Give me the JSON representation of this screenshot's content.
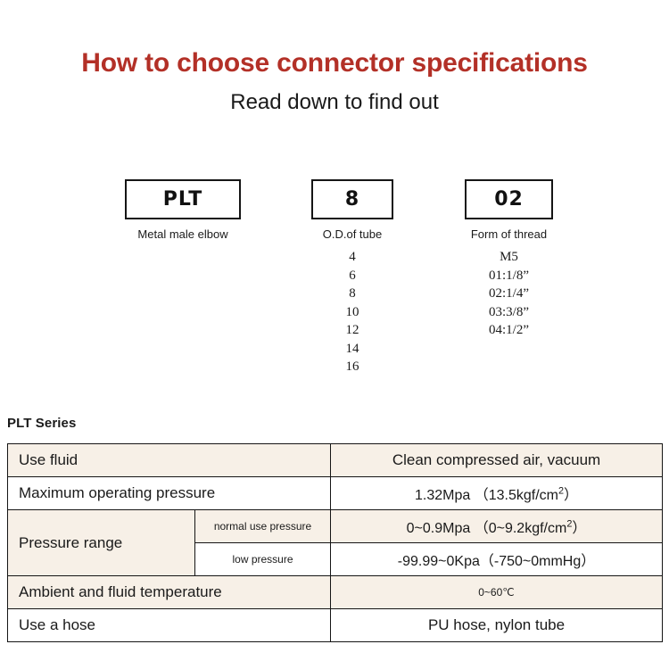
{
  "header": {
    "title": "How to choose connector specifications",
    "subtitle": "Read down to find out",
    "title_color": "#b33027"
  },
  "code_diagram": {
    "columns": [
      {
        "code": "PLT",
        "caption": "Metal male elbow",
        "options": []
      },
      {
        "code": "8",
        "caption": "O.D.of tube",
        "options": [
          "4",
          "6",
          "8",
          "10",
          "12",
          "14",
          "16"
        ]
      },
      {
        "code": "02",
        "caption": "Form of thread",
        "options": [
          "M5",
          "01:1/8”",
          "02:1/4”",
          "03:3/8”",
          "04:1/2”"
        ]
      }
    ]
  },
  "spec": {
    "heading": "PLT Series",
    "row_beige_color": "#f7f0e7",
    "rows": [
      {
        "label": "Use fluid",
        "value": "Clean compressed air, vacuum",
        "shaded": true
      },
      {
        "label": "Maximum operating pressure",
        "value_main": "1.32Mpa",
        "value_paren": "（13.5kgf/cm",
        "value_sup": "2",
        "value_tail": "）",
        "shaded": false
      },
      {
        "label": "Pressure range",
        "sublabel": "normal use pressure",
        "value_main": "0~0.9Mpa",
        "value_paren": "（0~9.2kgf/cm",
        "value_sup": "2",
        "value_tail": "）",
        "shaded": true
      },
      {
        "sublabel": "low pressure",
        "value": "-99.99~0Kpa（-750~0mmHg）",
        "shaded": false
      },
      {
        "label": "Ambient and fluid temperature",
        "value": "0~60℃",
        "shaded": true
      },
      {
        "label": "Use a hose",
        "value": "PU hose, nylon tube",
        "shaded": false
      }
    ]
  }
}
